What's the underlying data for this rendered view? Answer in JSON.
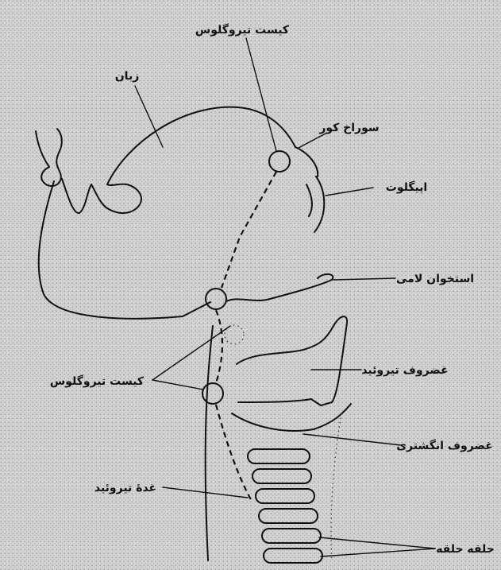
{
  "diagram": {
    "labels": {
      "thyroglossal_cyst_top": "کیست تیروگلوس",
      "tongue": "زبان",
      "foramen_cecum": "سوراخ کور",
      "epiglottis": "اپیگلوت",
      "hyoid_bone": "استخوان لامی",
      "thyroid_cartilage": "غضروف تیروئید",
      "thyroglossal_cyst_left": "کیست تیروگلوس",
      "cricoid_cartilage": "غضروف انگشتری",
      "thyroid_gland": "غدهٔ تیروئید",
      "rings": "حلقه حلقه"
    },
    "colors": {
      "background": "#cdcdcd",
      "ink": "#111111"
    }
  }
}
